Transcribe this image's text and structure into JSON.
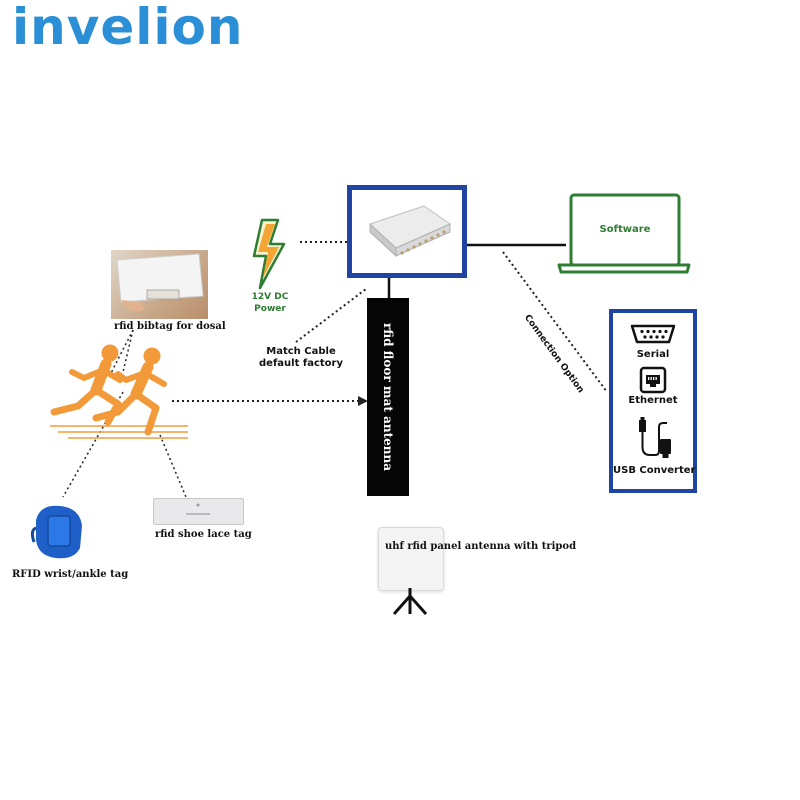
{
  "brand": {
    "logo": "invelion",
    "color": "#2a8fd6"
  },
  "colors": {
    "frame_blue": "#1f44a3",
    "green": "#2e7d32",
    "runner_orange": "#f29a3a",
    "wrist_blue": "#1e5fc8"
  },
  "nodes": {
    "reader": {
      "icon": "rfid-reader-icon"
    },
    "power": {
      "title": "12V DC",
      "subtitle": "Power",
      "icon": "lightning-bolt-icon"
    },
    "software": {
      "label": "Software",
      "icon": "laptop-icon"
    },
    "floor_mat": {
      "label": "rfid floor mat antenna"
    },
    "panel_antenna": {
      "label": "uhf rfid panel antenna with tripod",
      "icon": "tripod-icon"
    },
    "match_cable": {
      "line1": "Match Cable",
      "line2": "default factory"
    },
    "connection_option": {
      "label": "Connection Option"
    },
    "bibtag": {
      "label": "rfid bibtag for dosal"
    },
    "wrist_tag": {
      "label": "RFID wrist/ankle tag"
    },
    "shoe_tag": {
      "label": "rfid shoe lace tag"
    }
  },
  "connections": [
    {
      "label": "Serial",
      "icon": "serial-port-icon"
    },
    {
      "label": "Ethernet",
      "icon": "ethernet-port-icon"
    },
    {
      "label": "USB Converter",
      "icon": "usb-converter-icon"
    }
  ]
}
